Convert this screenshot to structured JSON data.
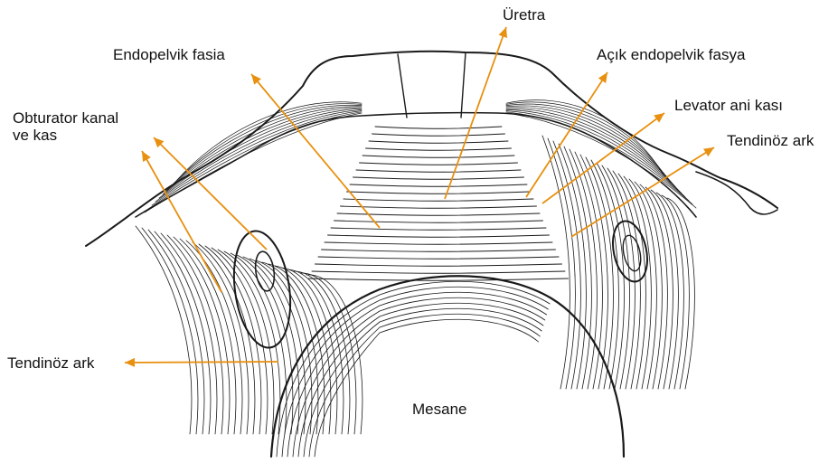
{
  "labels": {
    "uretra": "Üretra",
    "endopelvik_fasia": "Endopelvik fasia",
    "acik_endopelvik_fasya": "Açık endopelvik fasya",
    "obturator_line1": "Obturator kanal",
    "obturator_line2": "ve kas",
    "levator": "Levator ani kası",
    "tendinoz_right": "Tendinöz ark",
    "tendinoz_left": "Tendinöz ark",
    "mesane": "Mesane"
  },
  "colors": {
    "arrow": "#E8900F",
    "ink": "#1a1a1a",
    "paper": "#ffffff"
  }
}
